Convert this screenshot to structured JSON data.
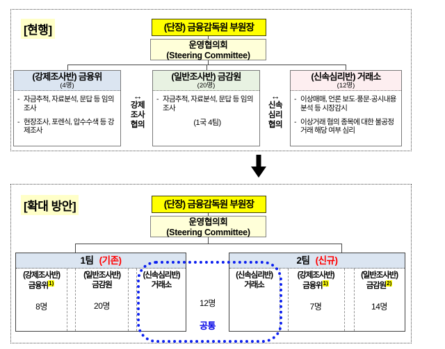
{
  "misc": {
    "dash": "-"
  },
  "colors": {
    "director_bg": "#ffff00",
    "steering_bg": "#ffffd9",
    "label_highlight": "#ffffc8",
    "unit_blue_header": "#dbe5f1",
    "unit_green_header": "#e8f2e2",
    "unit_pink_header": "#fdeef0",
    "team_header_blue": "#dbe5f1",
    "tag_red": "#ff0000",
    "shared_blue_text": "#0000e6",
    "shared_dotted_border": "#0b1ff0",
    "footnote_highlight": "#ffff00"
  },
  "current": {
    "section_label": "[현행]",
    "director": "(단장) 금융감독원 부원장",
    "steering_line1": "운영협의회",
    "steering_line2": "(Steering Committee)",
    "units": [
      {
        "title": "(강제조사반) 금융위",
        "count": "(4명)",
        "bullets": [
          "자금추적, 자료분석, 문답 등 임의조사",
          "현장조사, 포렌식, 압수수색 등 강제조사"
        ]
      },
      {
        "title": "(일반조사반) 금감원",
        "count": "(20명)",
        "bullets": [
          "자금추적, 자료분석, 문답 등 임의조사"
        ],
        "note": "(1국 4팀)"
      },
      {
        "title": "(신속심리반) 거래소",
        "count": "(12명)",
        "bullets": [
          "이상매매, 언론 보도·풍문·공시내용 분석 등 시장감시",
          "이상거래 혐의 종목에 대한 불공정거래 해당 여부 심리"
        ]
      }
    ],
    "link1": {
      "arrow": "↔",
      "l1": "강제",
      "l2": "조사",
      "l3": "협의"
    },
    "link2": {
      "arrow": "↔",
      "l1": "신속",
      "l2": "심리",
      "l3": "협의"
    }
  },
  "expansion": {
    "section_label": "[확대 방안]",
    "director": "(단장) 금융감독원 부원장",
    "steering_line1": "운영협의회",
    "steering_line2": "(Steering Committee)",
    "team1": {
      "name": "1팀",
      "tag": "(기존)",
      "cell1": {
        "l1": "(강제조사반)",
        "l2": "금융위",
        "sup": "1)",
        "count": "8명"
      },
      "cell2": {
        "l1": "(일반조사반)",
        "l2": "금감원",
        "count": "20명"
      },
      "cell3": {
        "l1": "(신속심리반)",
        "l2": "거래소"
      }
    },
    "team2": {
      "name": "2팀",
      "tag": "(신규)",
      "cell1": {
        "l1": "(신속심리반)",
        "l2": "거래소"
      },
      "cell2": {
        "l1": "(강제조사반)",
        "l2": "금융위",
        "sup": "1)",
        "count": "7명"
      },
      "cell3": {
        "l1": "(일반조사반)",
        "l2": "금감원",
        "sup": "2)",
        "count": "14명"
      }
    },
    "shared_count": "12명",
    "shared_label": "공통"
  }
}
